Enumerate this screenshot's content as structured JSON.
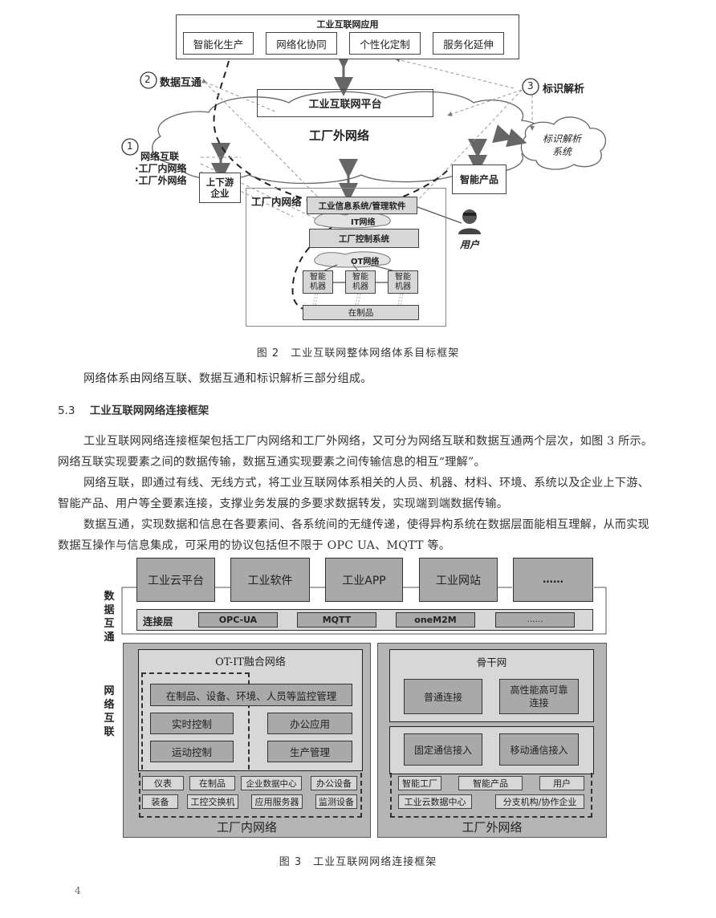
{
  "figure2": {
    "app_layer": {
      "title": "工业互联网应用",
      "items": [
        "智能化生产",
        "网络化协同",
        "个性化定制",
        "服务化延伸"
      ]
    },
    "platform": "工业互联网平台",
    "external_network": "工厂外网络",
    "labels": {
      "c1_num": "1",
      "c1_title": "网络互联",
      "c1_sub1": "·工厂内网络",
      "c1_sub2": "·工厂外网络",
      "c2_num": "2",
      "c2_title": "数据互通",
      "c3_num": "3",
      "c3_title": "标识解析"
    },
    "id_system": [
      "标识解析",
      "系统"
    ],
    "upstream": [
      "上下游",
      "企业"
    ],
    "smart_product": "智能产品",
    "internal_network": {
      "title": "工厂内网络",
      "info_system": "工业信息系统/管理软件",
      "it_net": "IT网络",
      "control": "工厂控制系统",
      "ot_net": "OT网络",
      "machines": [
        [
          "智能",
          "机器"
        ],
        [
          "智能",
          "机器"
        ],
        [
          "智能",
          "机器"
        ]
      ],
      "wip": "在制品"
    },
    "user": "用户",
    "caption": "图 2　工业互联网整体网络体系目标框架"
  },
  "text": {
    "p1": "网络体系由网络互联、数据互通和标识解析三部分组成。",
    "section_num": "5.3",
    "section_title": "工业互联网网络连接框架",
    "p2": "工业互联网网络连接框架包括工厂内网络和工厂外网络，又可分为网络互联和数据互通两个层次，如图 3 所示。网络互联实现要素之间的数据传输，数据互通实现要素之间传输信息的相互“理解”。",
    "p3": "网络互联，即通过有线、无线方式，将工业互联网体系相关的人员、机器、材料、环境、系统以及企业上下游、智能产品、用户等全要素连接，支撑业务发展的多要求数据转发，实现端到端数据传输。",
    "p4": "数据互通，实现数据和信息在各要素间、各系统间的无缝传递，使得异构系统在数据层面能相互理解，从而实现数据互操作与信息集成，可采用的协议包括但不限于 OPC UA、MQTT 等。"
  },
  "figure3": {
    "data_interop_label": [
      "数",
      "据",
      "互",
      "通"
    ],
    "apps": [
      "工业云平台",
      "工业软件",
      "工业APP",
      "工业网站",
      "……"
    ],
    "conn_layer": {
      "label": "连接层",
      "protocols": [
        "OPC-UA",
        "MQTT",
        "oneM2M",
        "……"
      ]
    },
    "net_interconnect_label": [
      "网",
      "络",
      "互",
      "联"
    ],
    "inside": {
      "title": "OT-IT融合网络",
      "monitor": "在制品、设备、环境、人员等监控管理",
      "rows": [
        [
          "实时控制",
          "办公应用"
        ],
        [
          "运动控制",
          "生产管理"
        ]
      ],
      "devices_row1": [
        "仪表",
        "在制品",
        "企业数据中心",
        "办公设备"
      ],
      "devices_row2": [
        "装备",
        "工控交换机",
        "应用服务器",
        "监测设备"
      ],
      "footer": "工厂内网络"
    },
    "outside": {
      "backbone": "骨干网",
      "backbone_items": [
        "普通连接",
        "高性能高可靠连接"
      ],
      "access_items": [
        "固定通信接入",
        "移动通信接入"
      ],
      "devices_row1": [
        "智能工厂",
        "智能产品",
        "用户"
      ],
      "devices_row2": [
        "工业云数据中心",
        "分支机构/协作企业"
      ],
      "footer": "工厂外网络"
    },
    "caption": "图 3　工业互联网网络连接框架"
  },
  "page_number": "4"
}
